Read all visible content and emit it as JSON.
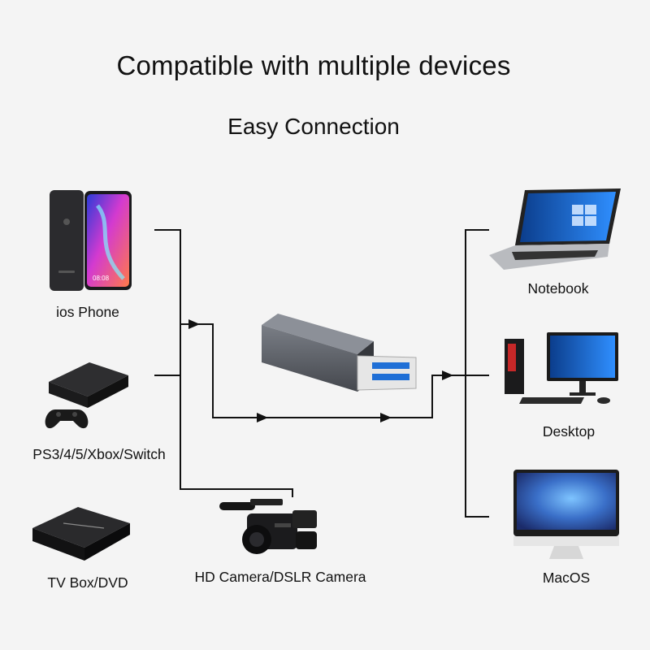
{
  "title": "Compatible with multiple devices",
  "subtitle": "Easy Connection",
  "inputs": [
    {
      "label": "ios Phone",
      "icon": "smartphone-icon"
    },
    {
      "label": "PS3/4/5/Xbox/Switch",
      "icon": "game-console-icon"
    },
    {
      "label": "TV Box/DVD",
      "icon": "tv-box-icon"
    },
    {
      "label": "HD Camera/DSLR Camera",
      "icon": "camcorder-icon"
    }
  ],
  "outputs": [
    {
      "label": "Notebook",
      "icon": "laptop-icon"
    },
    {
      "label": "Desktop",
      "icon": "desktop-pc-icon"
    },
    {
      "label": "MacOS",
      "icon": "imac-icon"
    }
  ],
  "center_device": {
    "icon": "usb-capture-card-icon"
  },
  "colors": {
    "line": "#111111",
    "background": "#f4f4f4",
    "device_gray": "#5a5d64",
    "usb_blue": "#1f6fd6"
  }
}
